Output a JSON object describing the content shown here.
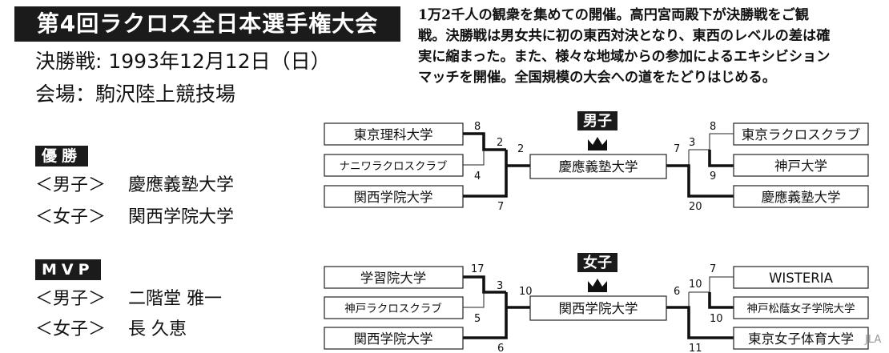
{
  "title": "第4回ラクロス全日本選手権大会",
  "final_date": "決勝戦: 1993年12月12日（日）",
  "venue": "会場：駒沢陸上競技場",
  "description": [
    "1万2千人の観衆を集めての開催。高円宮両殿下が決勝戦をご観",
    "戦。決勝戦は男女共に初の東西対決となり、東西のレベルの差は確",
    "実に縮まった。また、様々な地域からの参加によるエキシビション",
    "マッチを開催。全国規模の大会への道をたどりはじめる。"
  ],
  "winners": {
    "heading": "優勝",
    "men_label": "＜男子＞",
    "men": "慶應義塾大学",
    "women_label": "＜女子＞",
    "women": "関西学院大学"
  },
  "mvp": {
    "heading": "MVP",
    "men_label": "＜男子＞",
    "men": "二階堂 雅一",
    "women_label": "＜女子＞",
    "women": "長 久恵"
  },
  "brackets": {
    "men": {
      "label": "男子",
      "left_teams": [
        "東京理科大学",
        "ナニワラクロスクラブ",
        "関西学院大学"
      ],
      "right_teams": [
        "東京ラクロスクラブ",
        "神戸大学",
        "慶應義塾大学"
      ],
      "champion": "慶應義塾大学",
      "scores": {
        "l1": "8",
        "l2": "4",
        "l_semi_top": "2",
        "l3": "7",
        "final_left": "2",
        "final_right": "7",
        "r1": "8",
        "r2": "9",
        "r_semi_top": "3",
        "r3": "20"
      }
    },
    "women": {
      "label": "女子",
      "left_teams": [
        "学習院大学",
        "神戸ラクロスクラブ",
        "関西学院大学"
      ],
      "right_teams": [
        "WISTERIA",
        "神戸松蔭女子学院大学",
        "東京女子体育大学"
      ],
      "champion": "関西学院大学",
      "scores": {
        "l1": "17",
        "l2": "5",
        "l_semi_top": "3",
        "l3": "6",
        "final_left": "10",
        "final_right": "6",
        "r1": "7",
        "r2": "10",
        "r_semi_top": "10",
        "r3": "11"
      }
    }
  },
  "watermark": "JLA"
}
